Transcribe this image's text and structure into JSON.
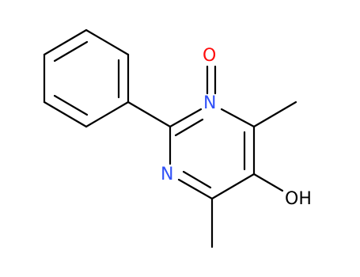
{
  "molecule": {
    "atoms": {
      "oxygen_noxide": "O",
      "nitrogen_noxide": "N",
      "nitrogen_ring": "N",
      "hydroxyl": "OH"
    }
  },
  "colors": {
    "bond": "#000000",
    "oxygen": "#ff0d0d",
    "nitrogen": "#3050f8",
    "label_background": "#ffffff"
  }
}
